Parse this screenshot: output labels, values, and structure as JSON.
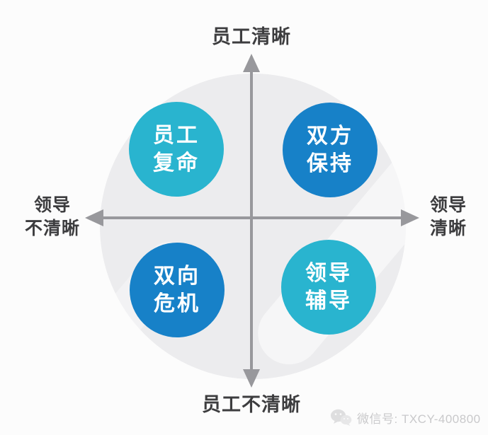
{
  "axes": {
    "top_label": "员工清晰",
    "bottom_label": "员工不清晰",
    "left_label_line1": "领导",
    "left_label_line2": "不清晰",
    "right_label_line1": "领导",
    "right_label_line2": "清晰"
  },
  "quadrants": [
    {
      "position": "top-left",
      "line1": "员工",
      "line2": "复命",
      "color": "#29b4cf"
    },
    {
      "position": "top-right",
      "line1": "双方",
      "line2": "保持",
      "color": "#1781c8"
    },
    {
      "position": "bottom-left",
      "line1": "双向",
      "line2": "危机",
      "color": "#1781c8"
    },
    {
      "position": "bottom-right",
      "line1": "领导",
      "line2": "辅导",
      "color": "#29b4cf"
    }
  ],
  "footer": {
    "wechat_label": "微信号: TXCY-400800"
  },
  "colors": {
    "axis": "#98989c",
    "quadrant_cyan": "#29b4cf",
    "quadrant_blue": "#1781c8",
    "background_circle": "#ececee",
    "label_text": "#3d3d3f",
    "footer_text": "#c9c9cb"
  }
}
